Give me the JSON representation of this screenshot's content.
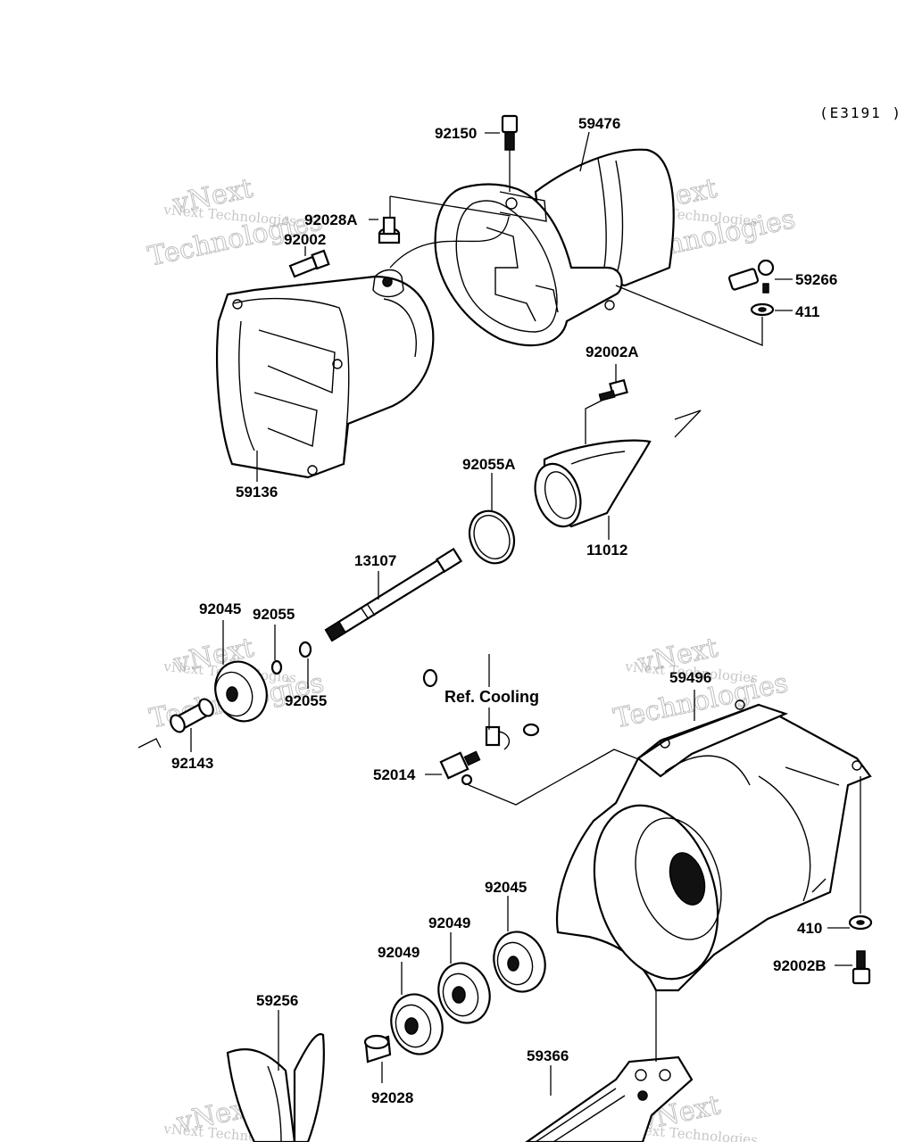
{
  "diagram": {
    "catalog_code": "(E3191 )",
    "annotation": "Ref. Cooling",
    "watermark": {
      "brand": "vNext",
      "line1": "vNext Technologies",
      "line2": "Technologies"
    },
    "parts": [
      {
        "id": "92150",
        "label": "92150"
      },
      {
        "id": "59476",
        "label": "59476"
      },
      {
        "id": "92028A",
        "label": "92028A"
      },
      {
        "id": "92002",
        "label": "92002"
      },
      {
        "id": "59266",
        "label": "59266"
      },
      {
        "id": "411",
        "label": "411"
      },
      {
        "id": "92002A",
        "label": "92002A"
      },
      {
        "id": "59136",
        "label": "59136"
      },
      {
        "id": "92055A",
        "label": "92055A"
      },
      {
        "id": "11012",
        "label": "11012"
      },
      {
        "id": "13107",
        "label": "13107"
      },
      {
        "id": "92045-top",
        "label": "92045"
      },
      {
        "id": "92055-a",
        "label": "92055"
      },
      {
        "id": "92055-b",
        "label": "92055"
      },
      {
        "id": "92143",
        "label": "92143"
      },
      {
        "id": "59496",
        "label": "59496"
      },
      {
        "id": "52014",
        "label": "52014"
      },
      {
        "id": "92045-bottom",
        "label": "92045"
      },
      {
        "id": "92049-a",
        "label": "92049"
      },
      {
        "id": "92049-b",
        "label": "92049"
      },
      {
        "id": "410",
        "label": "410"
      },
      {
        "id": "92002B",
        "label": "92002B"
      },
      {
        "id": "59256",
        "label": "59256"
      },
      {
        "id": "59366",
        "label": "59366"
      },
      {
        "id": "92028",
        "label": "92028"
      }
    ]
  }
}
